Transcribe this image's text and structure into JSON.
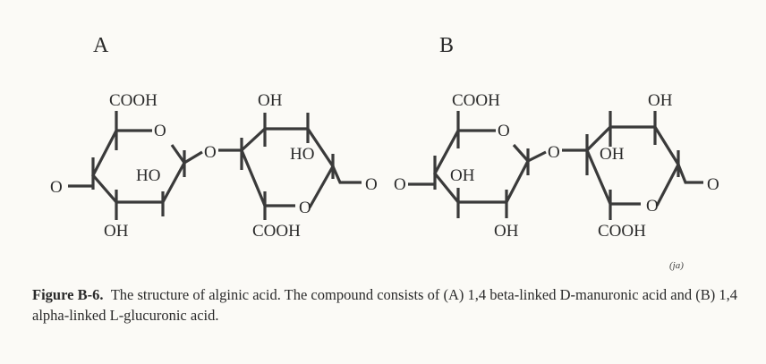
{
  "panels": {
    "a": "A",
    "b": "B"
  },
  "atoms": {
    "cooh": "COOH",
    "oh": "OH",
    "ho": "HO",
    "o": "O"
  },
  "signature": "(ja)",
  "caption": {
    "label": "Figure B-6.",
    "text1": "The structure of alginic acid. The compound consists of (A) 1,4 beta-linked ",
    "d_prefix": "D",
    "text2": "-manuronic acid and (B) 1,4 alpha-linked ",
    "l_prefix": "L",
    "text3": "-glucuronic acid."
  }
}
